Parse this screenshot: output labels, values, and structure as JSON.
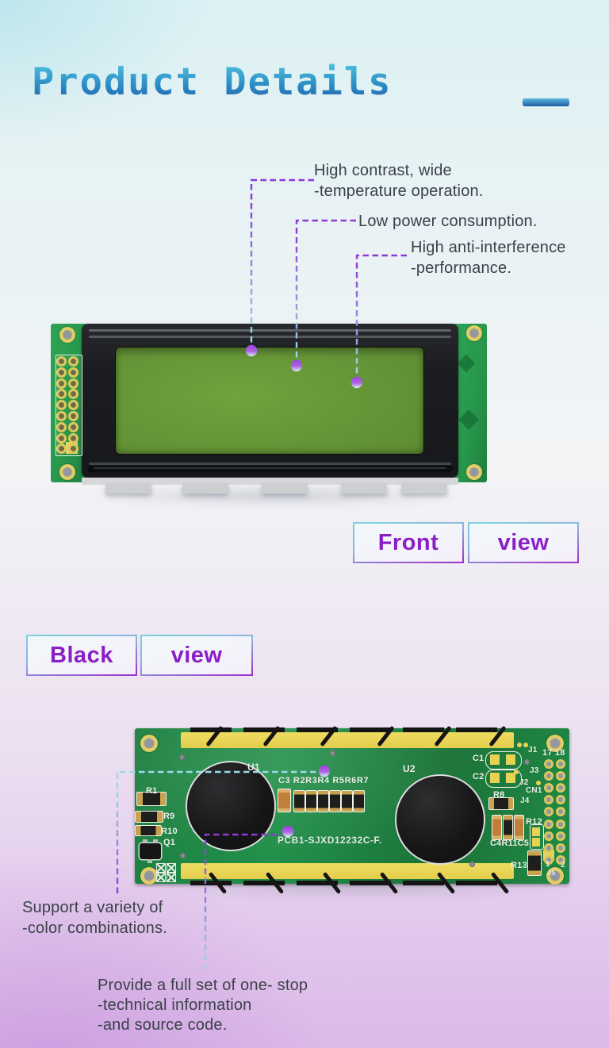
{
  "header": {
    "title": "Product Details"
  },
  "annotations": {
    "front": {
      "a1_line1": "High contrast, wide",
      "a1_line2": "-temperature operation.",
      "a2_line1": "Low power consumption.",
      "a3_line1": "High anti-interference",
      "a3_line2": "-performance."
    },
    "back": {
      "a4_line1": "Support a variety of",
      "a4_line2": "-color combinations.",
      "a5_line1": "Provide a full set of one- stop",
      "a5_line2": "-technical information",
      "a5_line3": "-and source code."
    }
  },
  "view_buttons": {
    "front": {
      "label1": "Front",
      "label2": "view"
    },
    "black": {
      "label1": "Black",
      "label2": "view"
    }
  },
  "back_board": {
    "labels": {
      "u1": "U1",
      "u2": "U2",
      "c1": "C1",
      "c2": "C2",
      "j1": "J1",
      "pins_top": "17 18",
      "j3": "J3",
      "j2": "J2",
      "cn1": "CN1",
      "r8": "R8",
      "j4": "J4",
      "r12": "R12",
      "c4r11c5": "C4R11C5",
      "r13": "R13",
      "pin1": "1",
      "pin2": "2",
      "j5": "J5",
      "r1": "R1",
      "r9": "R9",
      "r10": "R10",
      "q1": "Q1",
      "resistor_row": "C3 R2R3R4 R5R6R7",
      "part_number": "PCB1-SJXD12232C-F."
    }
  },
  "colors": {
    "title_top": "#55c8e2",
    "title_bottom": "#1f5fa9",
    "accent_purple": "#8b1fc7",
    "line_purple": "#8d39d6",
    "line_cyan": "#98dbe9",
    "pcb_green": "#1f7c3e",
    "lcd_green": "#679b39",
    "strip_yellow": "#e9d654"
  }
}
